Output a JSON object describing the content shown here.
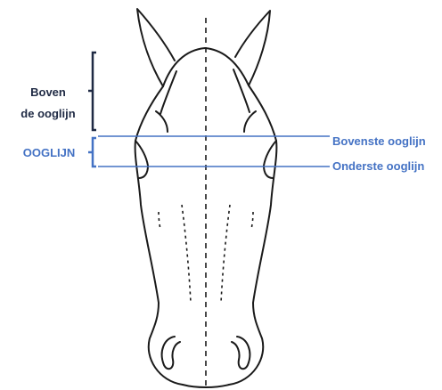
{
  "labels": {
    "above_line_line1": "Boven",
    "above_line_line2": "de ooglijn",
    "eye_line": "OOGLIJN",
    "upper_eye_line": "Bovenste ooglijn",
    "lower_eye_line": "Onderste ooglijn"
  },
  "colors": {
    "outline": "#1a1a1a",
    "dark_bracket": "#1f2a44",
    "blue": "#4472c4"
  }
}
